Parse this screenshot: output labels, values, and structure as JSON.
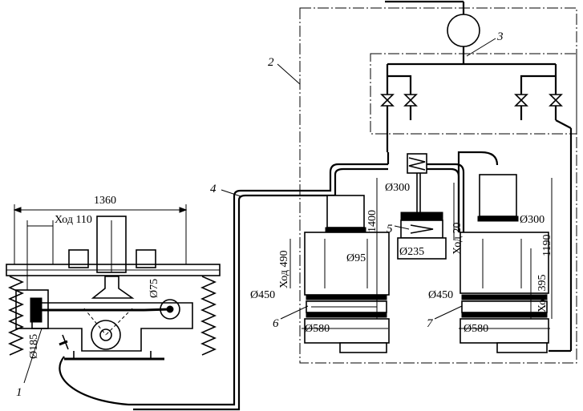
{
  "labels": {
    "dim_1360": "1360",
    "stroke_110": "Ход 110",
    "dia_75": "Ø75",
    "dia_185": "Ø185",
    "dia_300_mid": "Ø300",
    "dia_235": "Ø235",
    "stroke_20": "Ход 20",
    "dim_1400": "1400",
    "stroke_490": "Ход 490",
    "dia_95": "Ø95",
    "dia_450_left": "Ø450",
    "dia_580_left": "Ø580",
    "dia_300_right": "Ø300",
    "dim_1190": "1190",
    "stroke_395": "Ход 395",
    "dia_450_right": "Ø450",
    "dia_580_right": "Ø580"
  },
  "callouts": {
    "c1": "1",
    "c2": "2",
    "c3": "3",
    "c4": "4",
    "c5": "5",
    "c6": "6",
    "c7": "7"
  }
}
